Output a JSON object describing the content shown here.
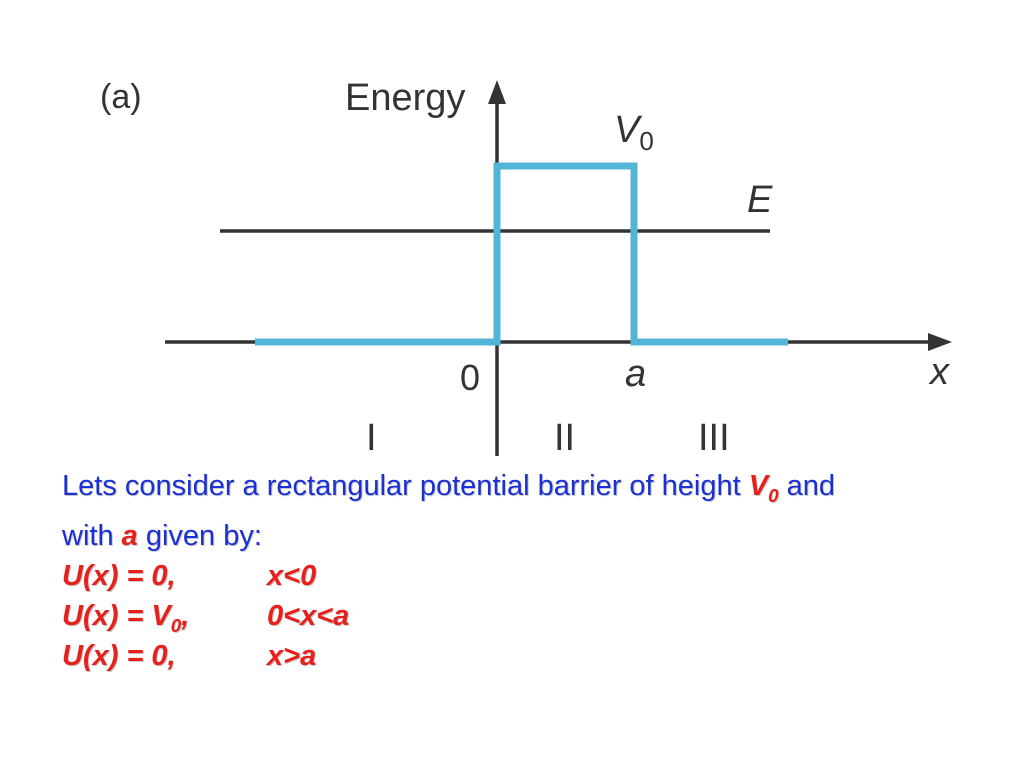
{
  "diagram": {
    "panel_label": "(a)",
    "y_axis_label": "Energy",
    "x_axis_label": "x",
    "barrier_label_var": "V",
    "barrier_label_sub": "0",
    "energy_label": "E",
    "origin_label": "0",
    "width_label": "a",
    "regions": [
      "I",
      "II",
      "III"
    ],
    "colors": {
      "barrier": "#52b4d6",
      "axes": "#333333"
    }
  },
  "caption": {
    "line1_text": "Lets consider a rectangular potential barrier of height ",
    "line1_var": "V",
    "line1_sub": "0",
    "line1_end": " and",
    "line2_start": "with ",
    "line2_var": "a",
    "line2_end": " given by:",
    "equations": [
      {
        "lhs": "U(x) = 0,",
        "cond": "x<0"
      },
      {
        "lhs_main": "U(x) = V",
        "lhs_sub": "0",
        "lhs_end": ",",
        "cond": "0<x<a"
      },
      {
        "lhs": "U(x) = 0,",
        "cond": "x>a"
      }
    ]
  }
}
